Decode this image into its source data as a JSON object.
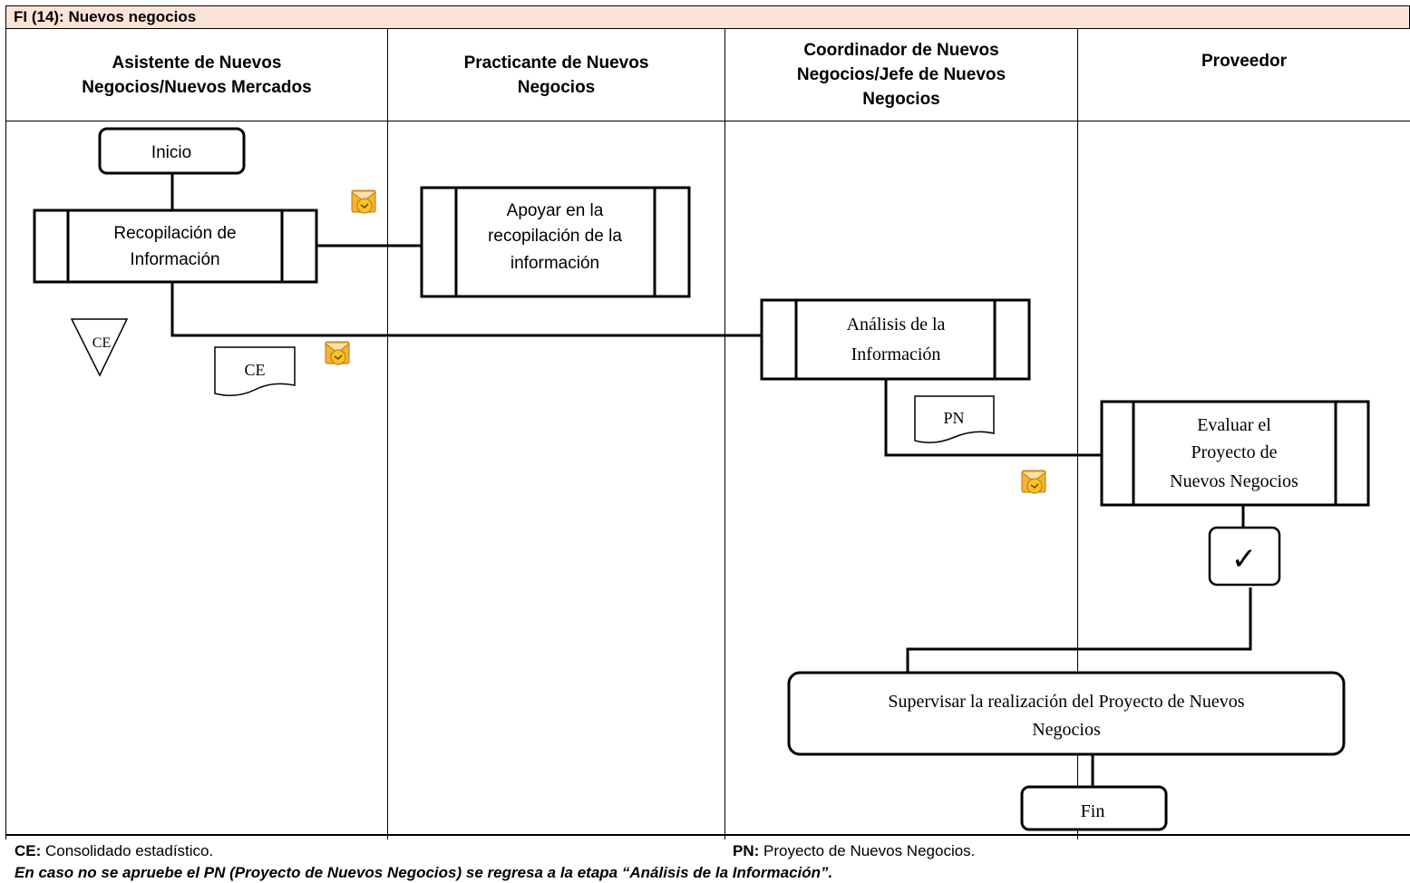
{
  "title": "FI (14): Nuevos negocios",
  "lanes": [
    {
      "line1": "Asistente de Nuevos",
      "line2": "Negocios/Nuevos Mercados",
      "line3": ""
    },
    {
      "line1": "Practicante de Nuevos",
      "line2": "Negocios",
      "line3": ""
    },
    {
      "line1": "Coordinador de Nuevos",
      "line2": "Negocios/Jefe de Nuevos",
      "line3": "Negocios"
    },
    {
      "line1": "Proveedor",
      "line2": "",
      "line3": ""
    }
  ],
  "nodes": {
    "inicio": "Inicio",
    "recopilacion": {
      "line1": "Recopilación de",
      "line2": "Información"
    },
    "apoyar": {
      "line1": "Apoyar en la",
      "line2": "recopilación de la",
      "line3": "información"
    },
    "analisis": {
      "line1": "Análisis de la",
      "line2": "Información"
    },
    "evaluar": {
      "line1": "Evaluar el",
      "line2": "Proyecto de",
      "line3": "Nuevos Negocios"
    },
    "check": "✓",
    "supervisar": {
      "line1": "Supervisar la realización del Proyecto de Nuevos",
      "line2": "Negocios"
    },
    "fin": "Fin",
    "archive_ce": "CE",
    "doc_ce": "CE",
    "doc_pn": "PN"
  },
  "footer": {
    "ce_abbr": "CE:",
    "ce_text": " Consolidado estadístico.",
    "pn_abbr": "PN:",
    "pn_text": " Proyecto de Nuevos Negocios.",
    "note": "En caso no se apruebe el PN (Proyecto de Nuevos Negocios) se regresa a la etapa “Análisis de la Información”."
  },
  "colors": {
    "title_bg": "#fbe4d5",
    "email_icon": "#f5b335"
  }
}
